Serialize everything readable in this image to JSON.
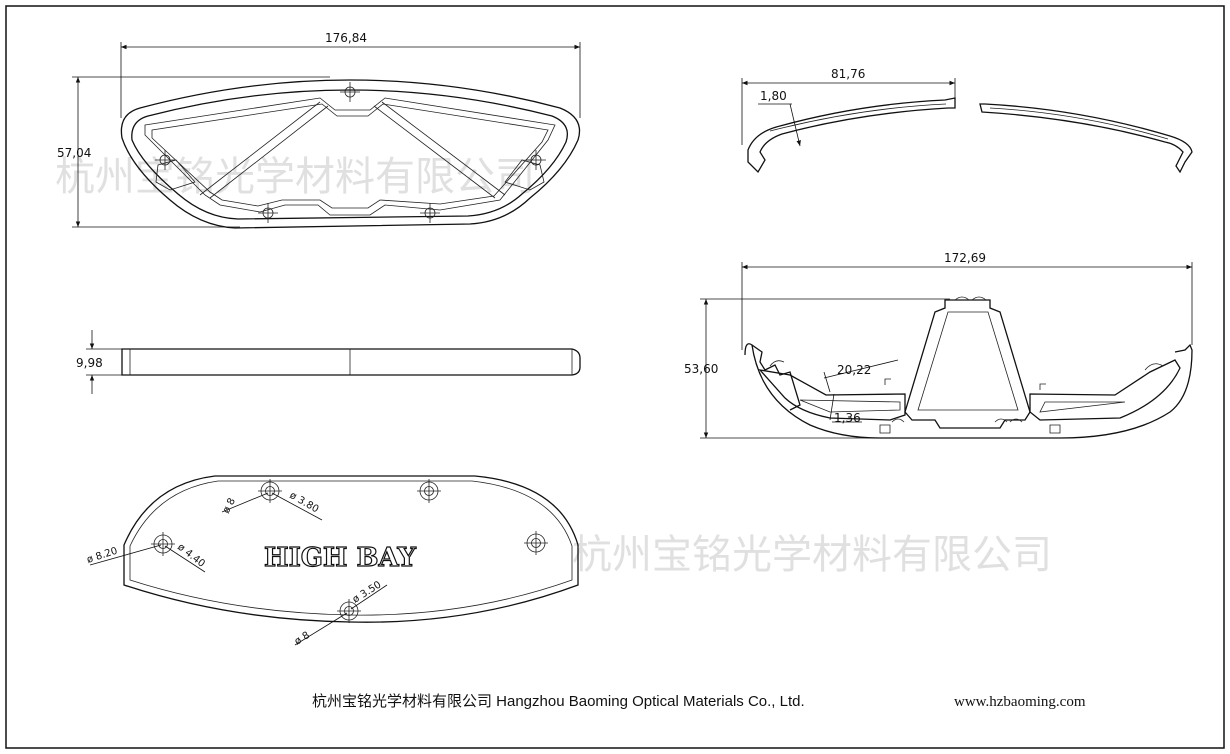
{
  "drawing": {
    "watermark_text": "杭州宝铭光学材料有限公司",
    "logo_text": "HIGH BAY",
    "footer": {
      "company": "杭州宝铭光学材料有限公司 Hangzhou Baoming Optical Materials Co., Ltd.",
      "website": "www.hzbaoming.com"
    },
    "end_cap": {
      "width": "176,84",
      "height": "57,04",
      "thickness": "9,98"
    },
    "cover": {
      "width": "81,76",
      "thickness": "1,80"
    },
    "profile": {
      "width": "172,69",
      "height": "53,60",
      "slot": "20,22",
      "wall": "1,36"
    },
    "holes": {
      "hole1_outer": "ø 8",
      "hole1_inner": "ø 3.80",
      "hole2_outer": "ø 8.20",
      "hole2_inner": "ø 4.40",
      "hole3_outer": "ø 8",
      "hole3_inner": "ø 3.50"
    }
  }
}
